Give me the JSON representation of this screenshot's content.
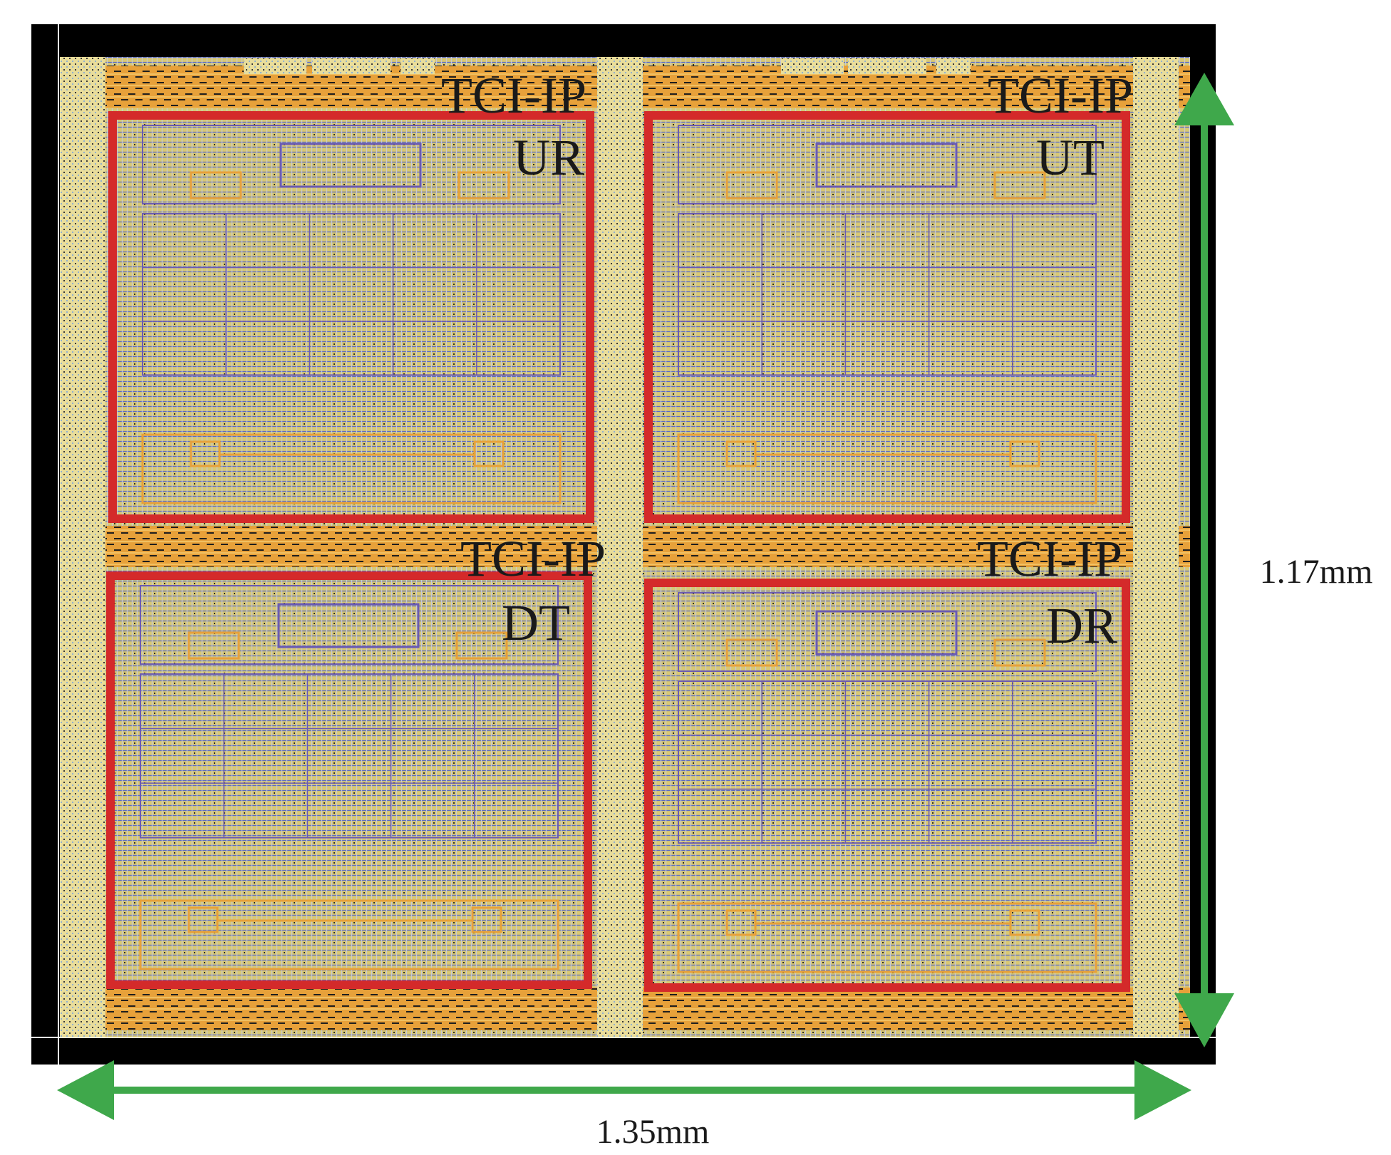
{
  "figure": {
    "blocks": [
      {
        "id": "ur",
        "line1": "TCI-IP",
        "line2": "UR"
      },
      {
        "id": "ut",
        "line1": "TCI-IP",
        "line2": "UT"
      },
      {
        "id": "dt",
        "line1": "TCI-IP",
        "line2": "DT"
      },
      {
        "id": "dr",
        "line1": "TCI-IP",
        "line2": "DR"
      }
    ],
    "dimensions": {
      "width_label": "1.35mm",
      "height_label": "1.17mm"
    },
    "colors": {
      "chip_frame": "#000000",
      "fill_base": "#d8c873",
      "pad_ring": "#e7a13a",
      "block_outline": "#d42a2a",
      "macro_routing": "#6b5bb2",
      "dimension_arrow": "#3fa84b"
    }
  }
}
